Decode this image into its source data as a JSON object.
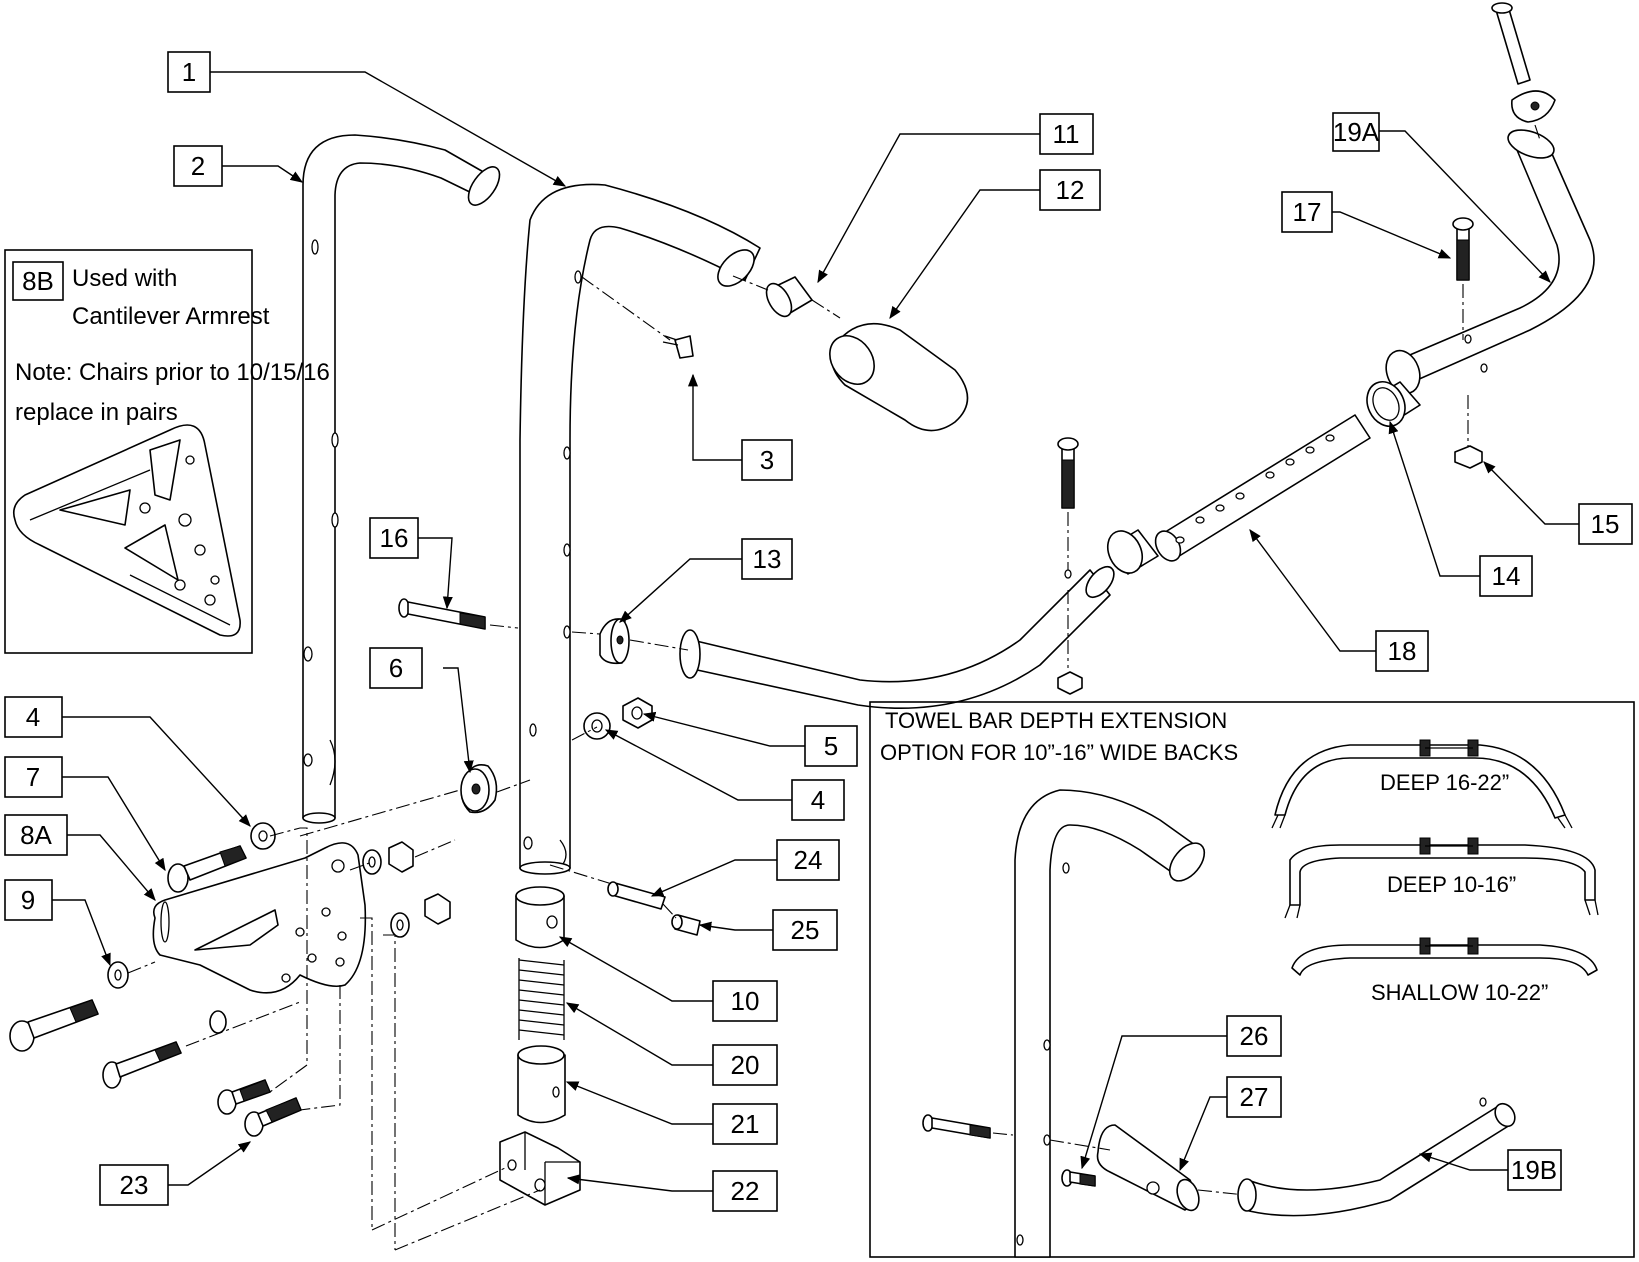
{
  "callouts": [
    {
      "id": "c1",
      "label": "1"
    },
    {
      "id": "c2",
      "label": "2"
    },
    {
      "id": "c3",
      "label": "3"
    },
    {
      "id": "c4a",
      "label": "4"
    },
    {
      "id": "c4b",
      "label": "4"
    },
    {
      "id": "c5",
      "label": "5"
    },
    {
      "id": "c6",
      "label": "6"
    },
    {
      "id": "c7",
      "label": "7"
    },
    {
      "id": "c8a",
      "label": "8A"
    },
    {
      "id": "c8b",
      "label": "8B"
    },
    {
      "id": "c9",
      "label": "9"
    },
    {
      "id": "c10",
      "label": "10"
    },
    {
      "id": "c11",
      "label": "11"
    },
    {
      "id": "c12",
      "label": "12"
    },
    {
      "id": "c13",
      "label": "13"
    },
    {
      "id": "c14",
      "label": "14"
    },
    {
      "id": "c15",
      "label": "15"
    },
    {
      "id": "c16",
      "label": "16"
    },
    {
      "id": "c17",
      "label": "17"
    },
    {
      "id": "c18",
      "label": "18"
    },
    {
      "id": "c19a",
      "label": "19A"
    },
    {
      "id": "c19b",
      "label": "19B"
    },
    {
      "id": "c20",
      "label": "20"
    },
    {
      "id": "c21",
      "label": "21"
    },
    {
      "id": "c22",
      "label": "22"
    },
    {
      "id": "c23",
      "label": "23"
    },
    {
      "id": "c24",
      "label": "24"
    },
    {
      "id": "c25",
      "label": "25"
    },
    {
      "id": "c26",
      "label": "26"
    },
    {
      "id": "c27",
      "label": "27"
    }
  ],
  "note_8b": {
    "line1": "Used with",
    "line2": "Cantilever Armrest",
    "line3": "Note: Chairs prior to 10/15/16",
    "line4": "replace in pairs"
  },
  "towel_bar": {
    "title_line1": "TOWEL BAR DEPTH EXTENSION",
    "title_line2": "OPTION FOR 10”-16” WIDE BACKS",
    "deep_16_22": "DEEP 16-22”",
    "deep_10_16": "DEEP 10-16”",
    "shallow_10_22": "SHALLOW 10-22”"
  }
}
